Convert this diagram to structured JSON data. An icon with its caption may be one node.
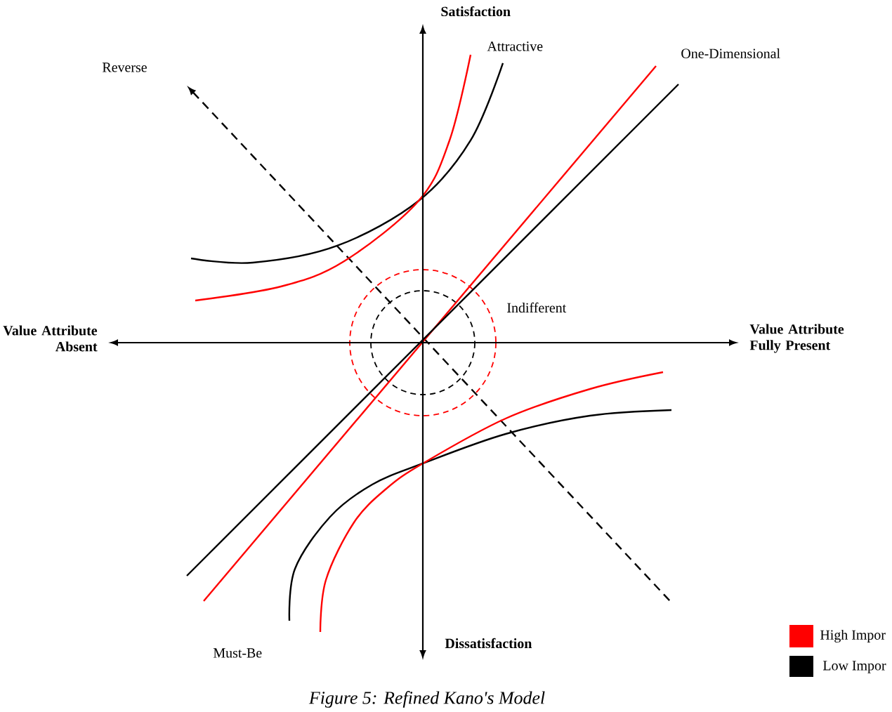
{
  "diagram": {
    "caption": "Figure 5: Refined Kano's Model",
    "labels": [
      "Satisfaction",
      "Attractive",
      "One-Dimensional",
      "Reverse",
      "Indifferent",
      "Value Attribute Absent",
      "Value Attribute Fully Present",
      "Dissatisfaction",
      "Must-Be"
    ],
    "legend": [
      {
        "text": "High Impor",
        "color": "#ff0000"
      },
      {
        "text": "Low Impor",
        "color": "#000000"
      }
    ]
  }
}
